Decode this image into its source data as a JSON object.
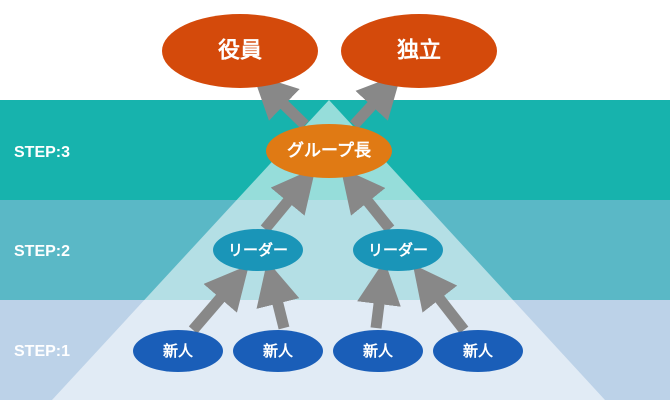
{
  "steps": {
    "step3": "STEP:3",
    "step2": "STEP:2",
    "step1": "STEP:1"
  },
  "nodes": {
    "officer": "役員",
    "independent": "独立",
    "group_leader": "グループ長",
    "leader_left": "リーダー",
    "leader_right": "リーダー",
    "newcomer_1": "新人",
    "newcomer_2": "新人",
    "newcomer_3": "新人",
    "newcomer_4": "新人"
  },
  "colors": {
    "band_step3": "#17b3ad",
    "band_step2": "#5ab8c6",
    "band_step1": "#bcd2e8",
    "top_node": "#d44a0b",
    "group_leader": "#e07a14",
    "leader": "#1a95b8",
    "newcomer": "#1a5eb8",
    "arrow": "#888888"
  }
}
